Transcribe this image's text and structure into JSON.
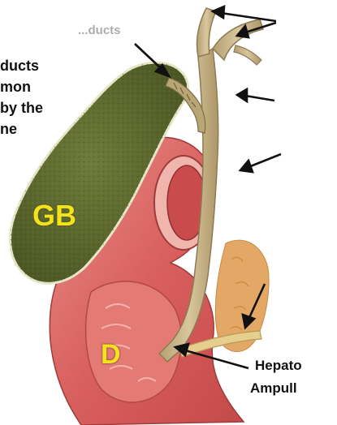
{
  "diagram": {
    "colors": {
      "gallbladder": "#5f6b2f",
      "duodenum": "#d9605f",
      "bile_duct": "#c8b489",
      "pancreas": "#e8b070",
      "marker_text": "#f3e21c",
      "label_text": "#111111",
      "arrow": "#111111"
    },
    "markers": {
      "gallbladder": "GB",
      "duodenum": "D"
    },
    "labels": {
      "top_cut": "...ducts",
      "left_line1": "ducts",
      "left_line2": "mon",
      "left_line3": "by the",
      "left_line4": "ne",
      "right_bottom_line1": "Hepato",
      "right_bottom_line2": "Ampull"
    },
    "arrows": [
      "cystic-duct-arrow",
      "hepatic-duct-left-arrow",
      "hepatic-duct-right-arrow",
      "common-hepatic-duct-arrow",
      "common-bile-duct-arrow",
      "pancreatic-duct-arrow",
      "ampulla-arrow"
    ]
  }
}
